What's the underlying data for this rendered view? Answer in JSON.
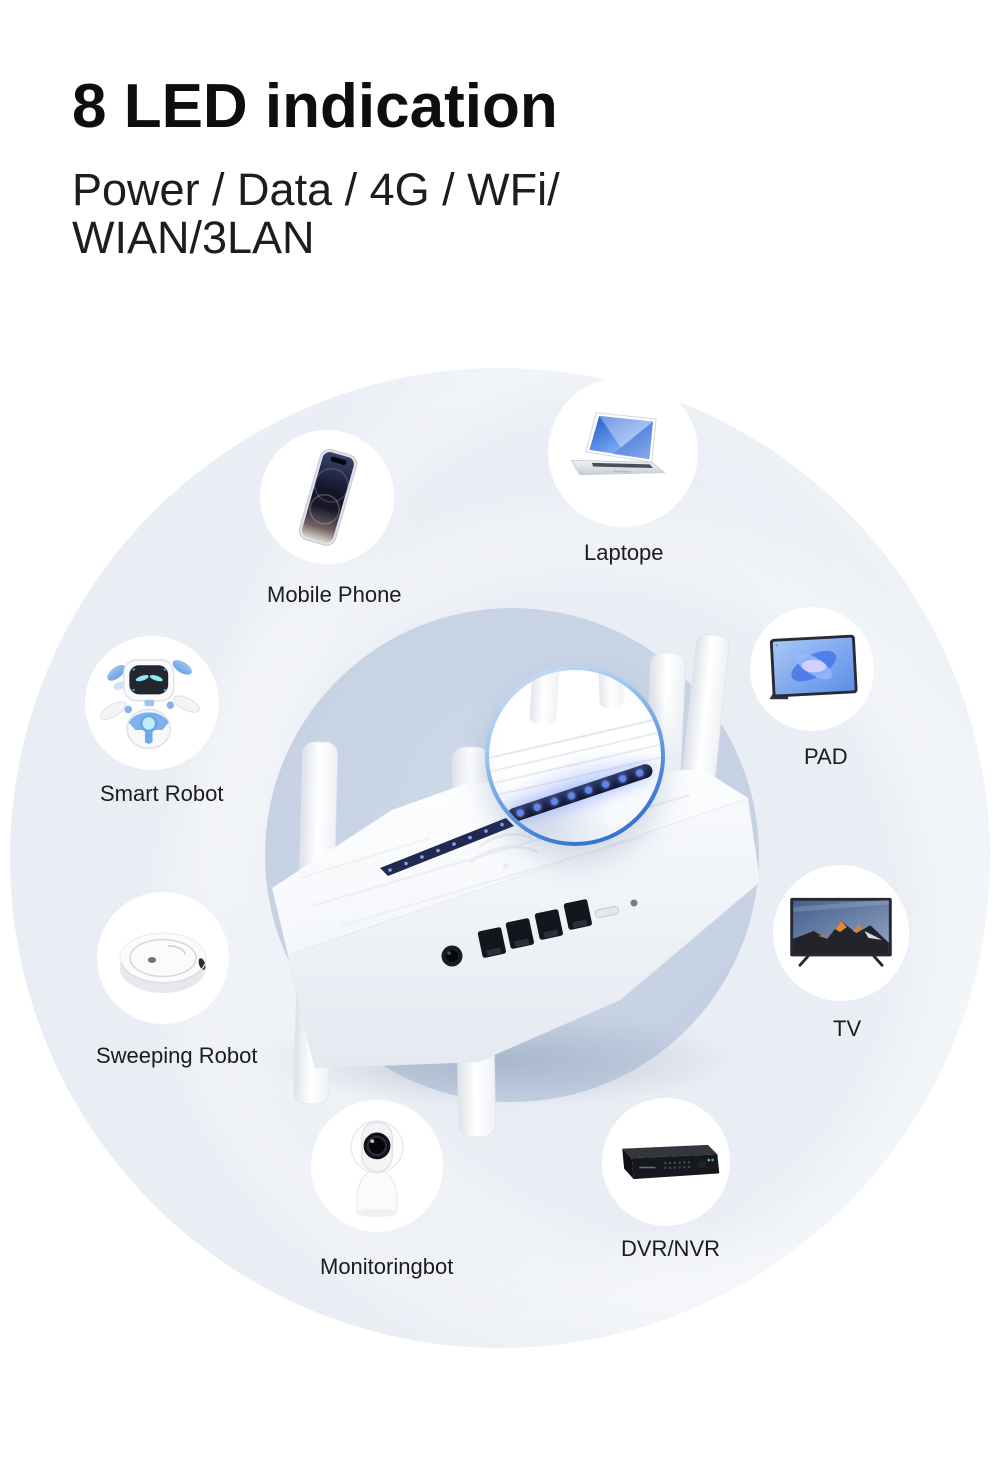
{
  "page": {
    "title": "8 LED indication",
    "subtitle_line1": "Power / Data / 4G / WFi/",
    "subtitle_line2": "WIAN/3LAN"
  },
  "theme": {
    "page-bg": "#ffffff",
    "title-color": "#0e0e0e",
    "subtitle-color": "#1d1d1d",
    "outer-circle": "#e9edf4",
    "inner-circle": "#c6d2e3",
    "device-circle": "#ffffff",
    "label-color": "#1c1c1c",
    "led-strip": "#1a2347",
    "led-dot": "#5b86ff"
  },
  "router": {
    "led_count": 8,
    "lan_ports": 4
  },
  "devices": [
    {
      "id": "mobile-phone",
      "label": "Mobile Phone"
    },
    {
      "id": "laptop",
      "label": "Laptope"
    },
    {
      "id": "smart-robot",
      "label": "Smart Robot"
    },
    {
      "id": "pad",
      "label": "PAD"
    },
    {
      "id": "sweeping-robot",
      "label": "Sweeping Robot"
    },
    {
      "id": "tv",
      "label": "TV"
    },
    {
      "id": "monitoringbot",
      "label": "Monitoringbot"
    },
    {
      "id": "dvr-nvr",
      "label": "DVR/NVR"
    }
  ]
}
